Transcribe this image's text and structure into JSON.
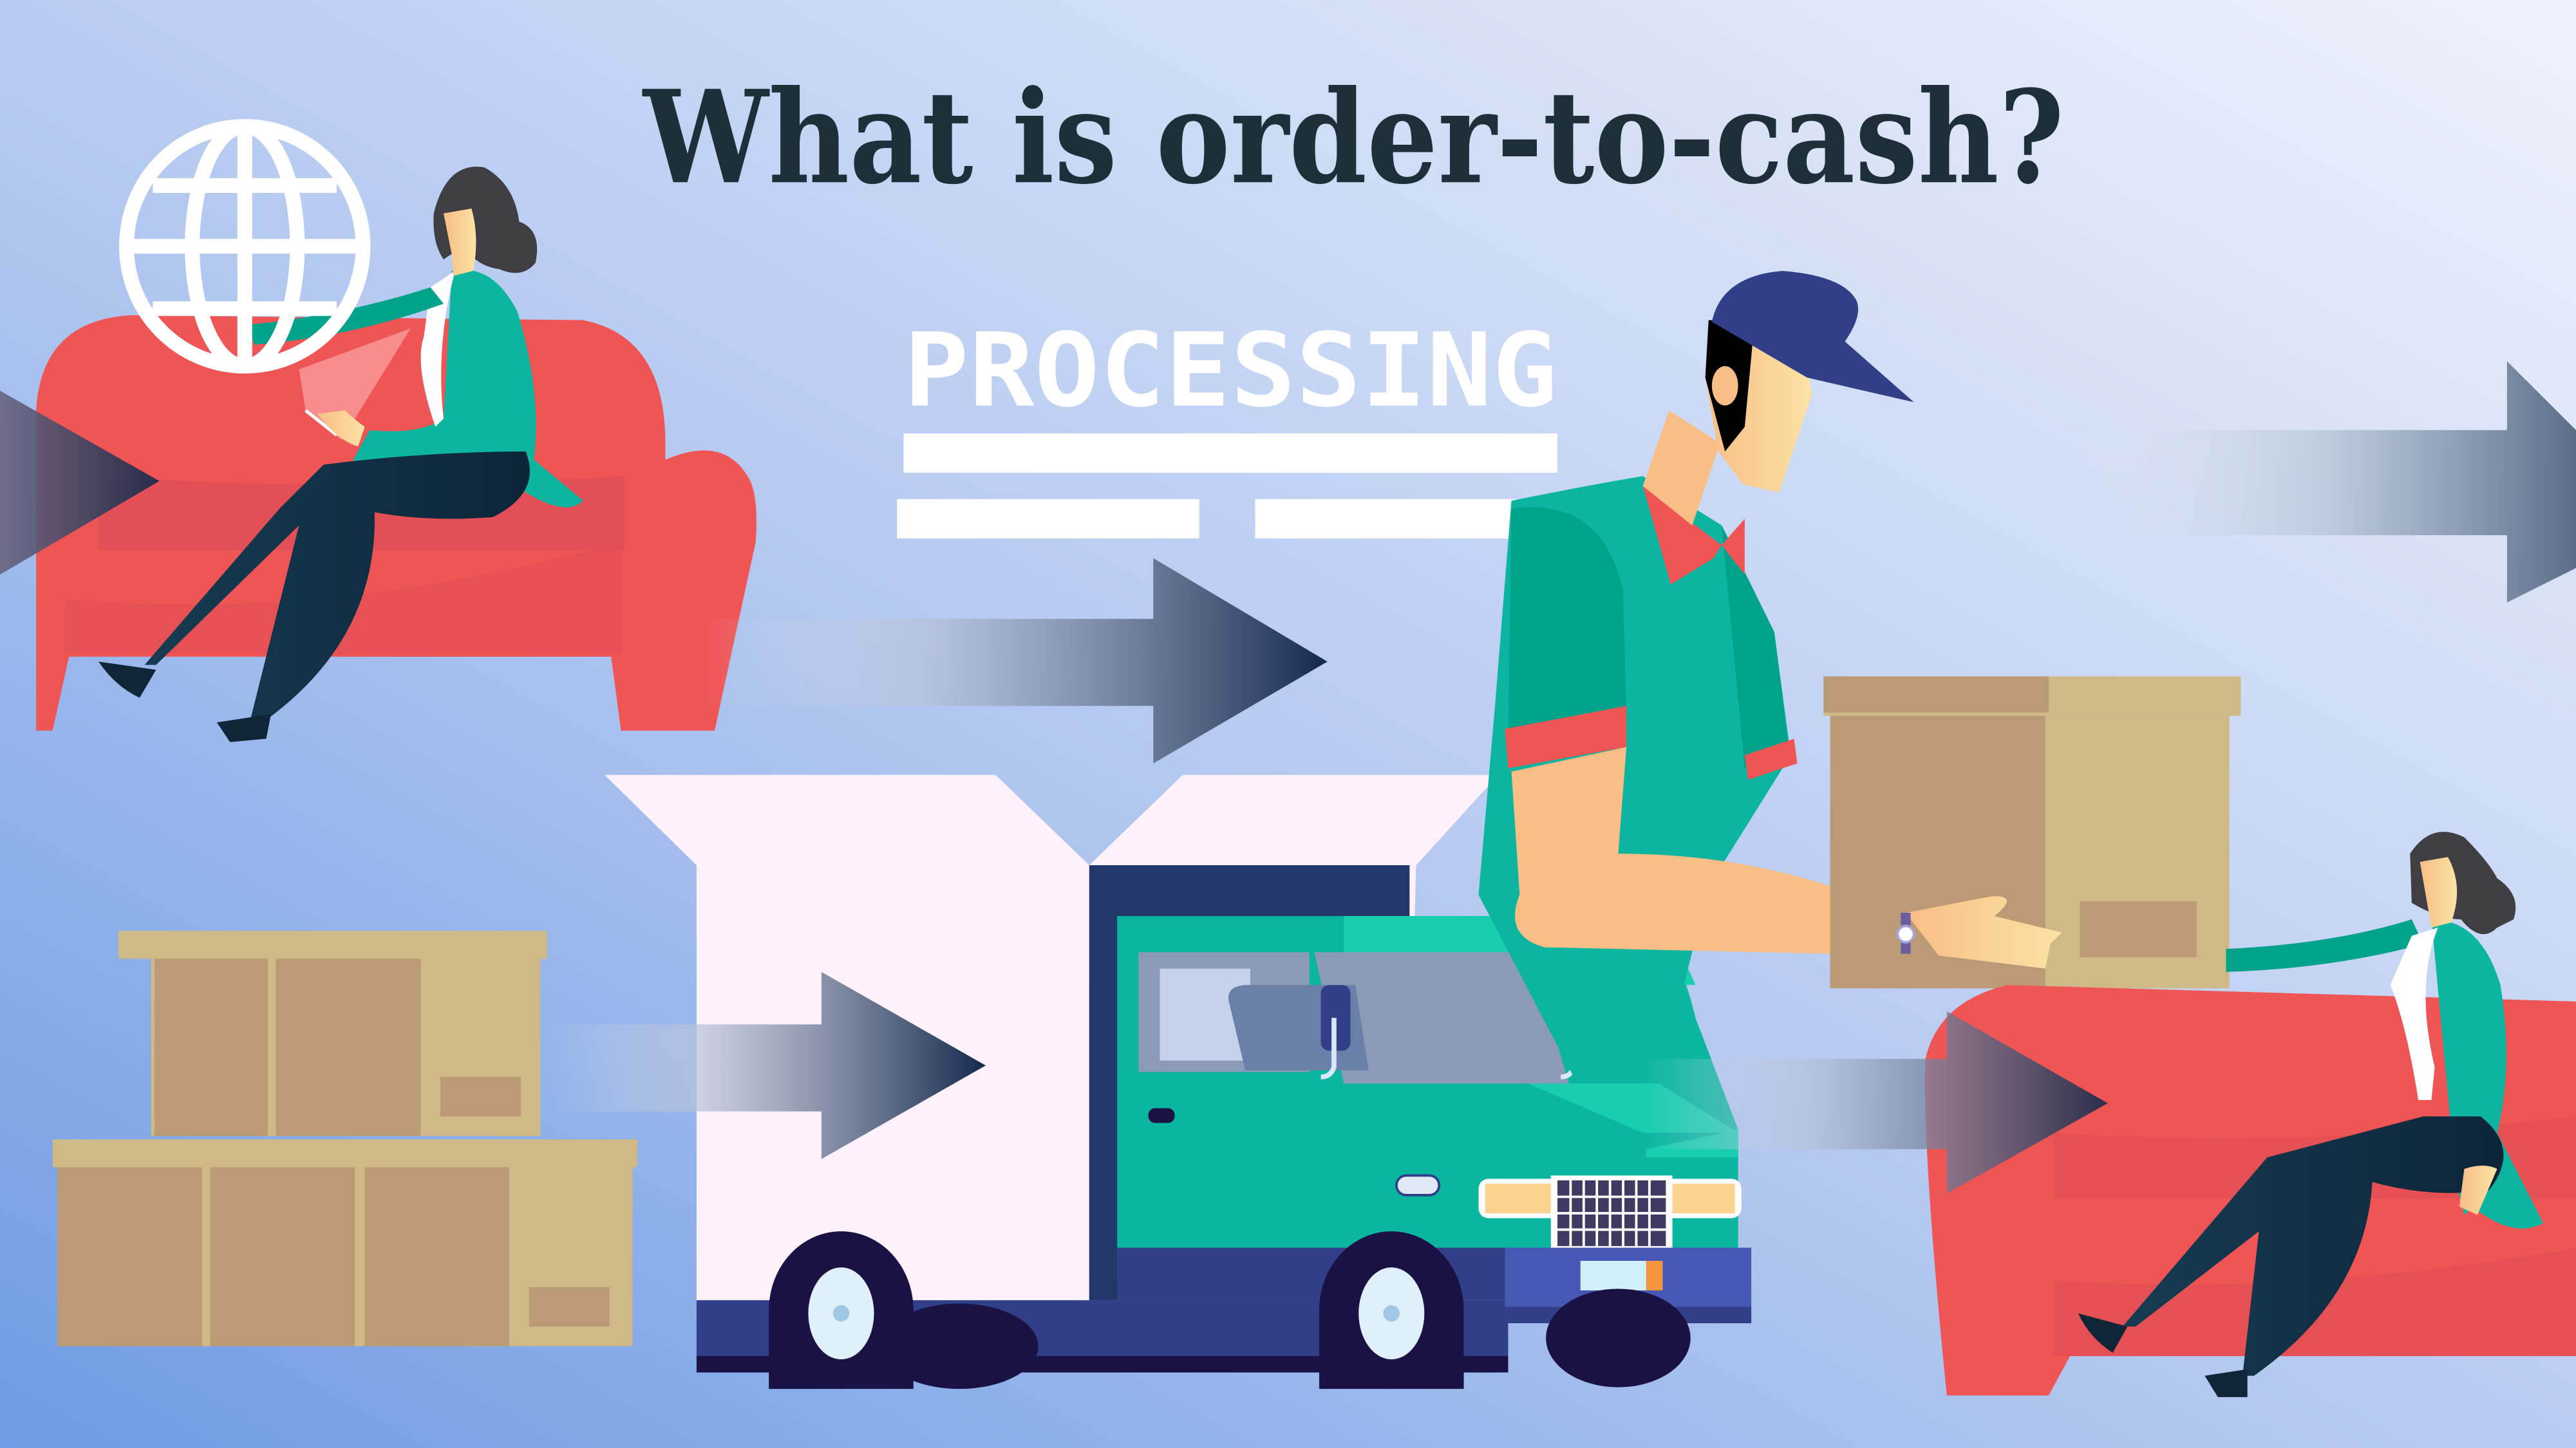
{
  "header": {
    "title": "What is order-to-cash?"
  },
  "processing_panel": {
    "label": "PROCESSING",
    "bars": 3
  },
  "scene": {
    "stages": [
      {
        "id": "order",
        "description": "Woman on sofa ordering online via phone, globe icon above"
      },
      {
        "id": "processing",
        "description": "Pixel 'PROCESSING' label with loading bars"
      },
      {
        "id": "warehouse",
        "description": "Stacked cardboard boxes"
      },
      {
        "id": "shipping",
        "description": "Delivery truck with open cargo box"
      },
      {
        "id": "delivery",
        "description": "Delivery man in cap handing over a box"
      },
      {
        "id": "receipt",
        "description": "Woman on sofa receiving the package"
      }
    ],
    "icons": [
      "globe-icon",
      "arrow-right-icon",
      "box-icon",
      "truck-icon",
      "phone-icon",
      "watch-icon"
    ]
  },
  "colors": {
    "background_top_right": "#EEF2FB",
    "background_bottom_left": "#6E9BE3",
    "title": "#1F2F3A",
    "sofa": "#F05555",
    "sofa_shade": "#E04E56",
    "jacket": "#0BB5A0",
    "jacket_dark": "#01A28A",
    "pants": "#133246",
    "skin": "#F8BE85",
    "hair": "#3F3E42",
    "box_dark": "#BB9A76",
    "box_light": "#CFBA87",
    "truck_cab": "#0AB6A0",
    "truck_cab_light": "#18CEAE",
    "truck_base": "#303F88",
    "truck_navy": "#1A1244",
    "truck_cargo": "#FFF1FA",
    "cap": "#303F88",
    "collar": "#F05555",
    "arrow_dark": "#14294A",
    "white": "#FFFFFF"
  }
}
